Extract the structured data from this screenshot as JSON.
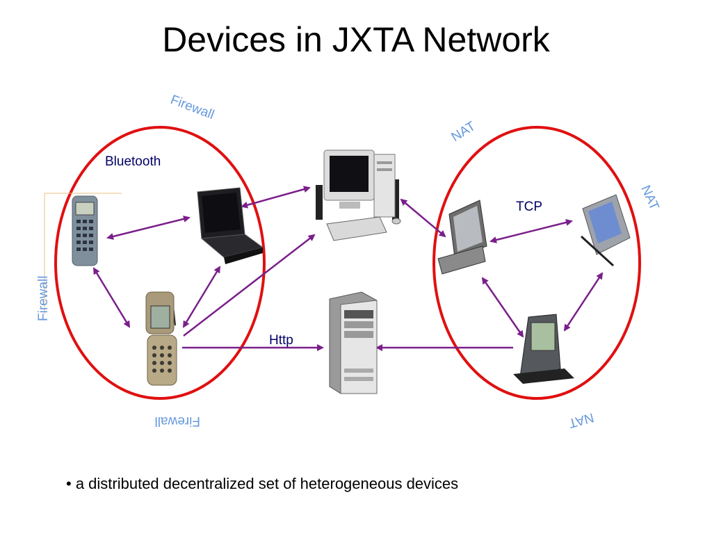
{
  "title": "Devices in JXTA Network",
  "labels": {
    "firewall_top": "Firewall",
    "firewall_left": "Firewall",
    "firewall_bottom": "Firewall",
    "nat_top": "NAT",
    "nat_right": "NAT",
    "nat_bottom": "NAT",
    "bluetooth": "Bluetooth",
    "tcp": "TCP",
    "http": "Http"
  },
  "bullet": "• a distributed decentralized set of heterogeneous devices",
  "colors": {
    "zone_outline": "#e01010",
    "arrow": "#7a1f8a",
    "zone_label": "#6699dd",
    "protocol_label": "#000066"
  },
  "devices": [
    "calculator-icon",
    "laptop-icon",
    "mobile-phone-icon",
    "desktop-pc-icon",
    "tower-server-icon",
    "tablet-pc-icon",
    "pocket-pc-icon",
    "pda-icon"
  ]
}
